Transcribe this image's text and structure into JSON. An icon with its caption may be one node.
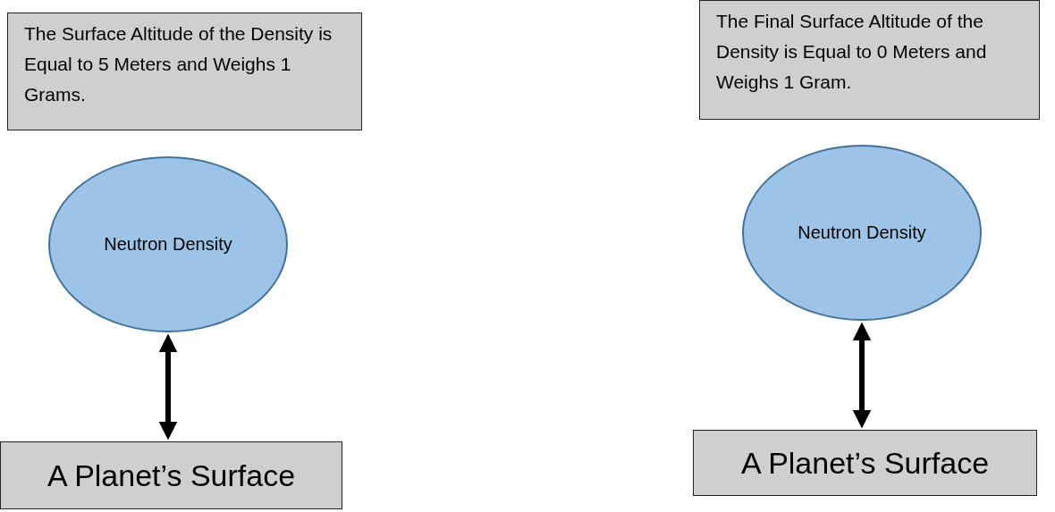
{
  "diagram": {
    "nodes": [
      {
        "text": [
          "The Surface Altitude of the Density is Equal to 5 Meters and Weighs 1 Grams."
        ]
      },
      {
        "text": [
          "Neutron Density"
        ]
      },
      {
        "text": [
          "A Planet’s Surface"
        ]
      },
      {
        "text": [
          "The Final Surface Altitude of the Density is Equal to 0 Meters and Weighs 1 Gram."
        ]
      },
      {
        "text": [
          "Neutron Density"
        ]
      },
      {
        "text": [
          "A Planet’s Surface"
        ]
      }
    ],
    "edges": [
      {
        "from": 1,
        "to": 2,
        "arrow": "both"
      },
      {
        "from": 4,
        "to": 5,
        "arrow": "both"
      }
    ]
  }
}
